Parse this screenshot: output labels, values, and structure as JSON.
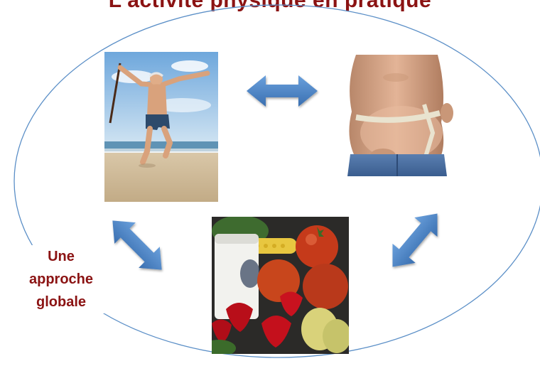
{
  "title": "L'activité physique en pratique",
  "caption": [
    "Une",
    "approche",
    "globale"
  ],
  "colors": {
    "title": "#8b1313",
    "caption": "#8b1313",
    "arrow": "#4a82c4",
    "ellipse": "#5b8fc7"
  },
  "images": [
    {
      "name": "elderly-man-beach-photo",
      "subject": "senior man jumping on beach with cane"
    },
    {
      "name": "waist-measuring-photo",
      "subject": "man measuring belly with tape"
    },
    {
      "name": "healthy-food-photo",
      "subject": "milk, tomatoes, strawberries and corn"
    }
  ],
  "arrows": [
    "double-arrow-horizontal",
    "double-arrow-left-diagonal",
    "double-arrow-right-diagonal"
  ]
}
